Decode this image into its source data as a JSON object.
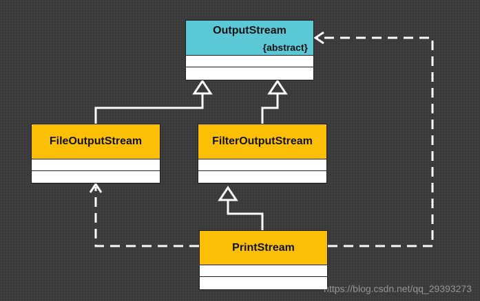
{
  "colors": {
    "abstract_header": "#5bc8d6",
    "class_header": "#fbbf06",
    "compartment": "#ffffff",
    "connector": "#ffffff",
    "background": "#3a3a3a"
  },
  "classes": {
    "output_stream": {
      "name": "OutputStream",
      "stereotype": "{abstract}"
    },
    "file_output_stream": {
      "name": "FileOutputStream"
    },
    "filter_output_stream": {
      "name": "FilterOutputStream"
    },
    "print_stream": {
      "name": "PrintStream"
    }
  },
  "relations": [
    {
      "from": "FileOutputStream",
      "to": "OutputStream",
      "kind": "generalization"
    },
    {
      "from": "FilterOutputStream",
      "to": "OutputStream",
      "kind": "generalization"
    },
    {
      "from": "PrintStream",
      "to": "FilterOutputStream",
      "kind": "generalization"
    },
    {
      "from": "PrintStream",
      "to": "FileOutputStream",
      "kind": "dependency"
    },
    {
      "from": "PrintStream",
      "to": "OutputStream",
      "kind": "dependency"
    }
  ],
  "watermark": "https://blog.csdn.net/qq_29393273"
}
